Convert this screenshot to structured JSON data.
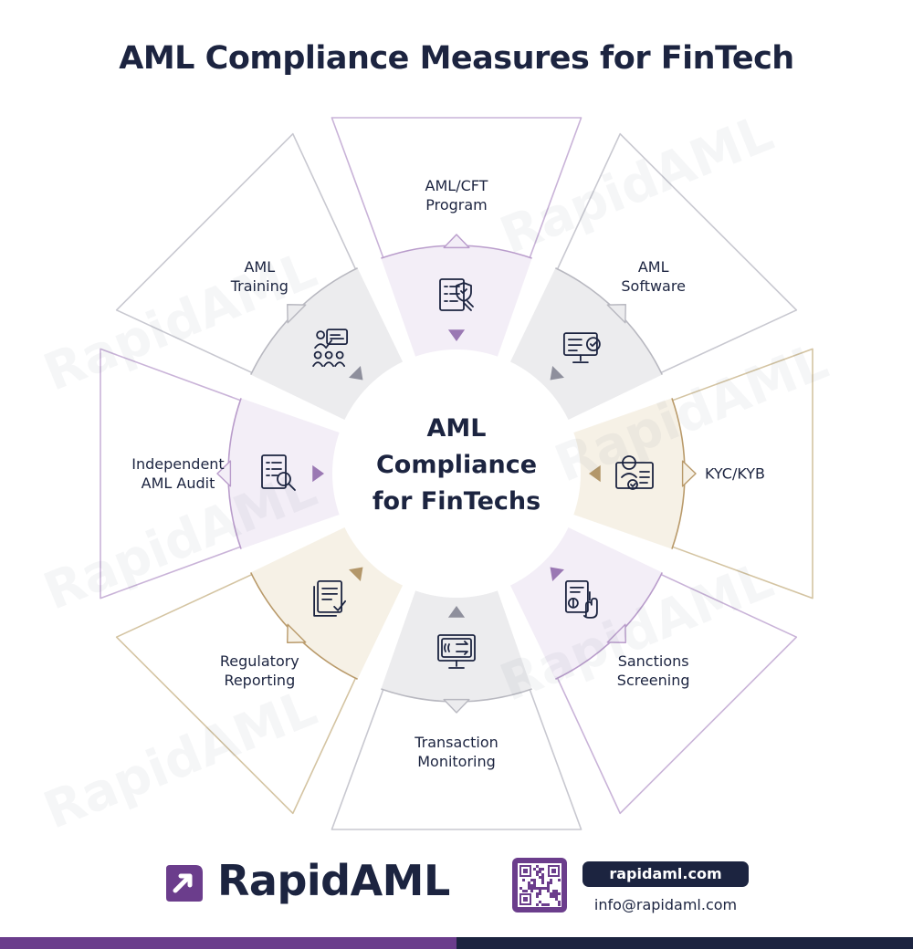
{
  "title": "AML Compliance Measures for FinTech",
  "center": {
    "line1": "AML",
    "line2": "Compliance",
    "line3": "for FinTechs"
  },
  "segments": [
    {
      "id": "aml-cft-program",
      "line1": "AML/CFT",
      "line2": "Program",
      "icon": "checklist-shield-icon"
    },
    {
      "id": "aml-software",
      "line1": "AML",
      "line2": "Software",
      "icon": "monitor-check-icon"
    },
    {
      "id": "kyc-kyb",
      "line1": "KYC/KYB",
      "line2": "",
      "icon": "id-card-icon"
    },
    {
      "id": "sanctions-screening",
      "line1": "Sanctions",
      "line2": "Screening",
      "icon": "document-hand-icon"
    },
    {
      "id": "transaction-monitoring",
      "line1": "Transaction",
      "line2": "Monitoring",
      "icon": "monitor-transfer-icon"
    },
    {
      "id": "regulatory-reporting",
      "line1": "Regulatory",
      "line2": "Reporting",
      "icon": "report-check-icon"
    },
    {
      "id": "independent-aml-audit",
      "line1": "Independent",
      "line2": "AML Audit",
      "icon": "document-magnifier-icon"
    },
    {
      "id": "aml-training",
      "line1": "AML",
      "line2": "Training",
      "icon": "presentation-audience-icon"
    }
  ],
  "watermark_text": "RapidAML",
  "footer": {
    "brand": "RapidAML",
    "website": "rapidaml.com",
    "email": "info@rapidaml.com"
  },
  "colors": {
    "navy": "#1c2440",
    "purple": "#6b3d8c",
    "lavender": "#f3eef7",
    "gray": "#ececee",
    "beige": "#f6f1e6",
    "gold": "#b99a6a"
  }
}
